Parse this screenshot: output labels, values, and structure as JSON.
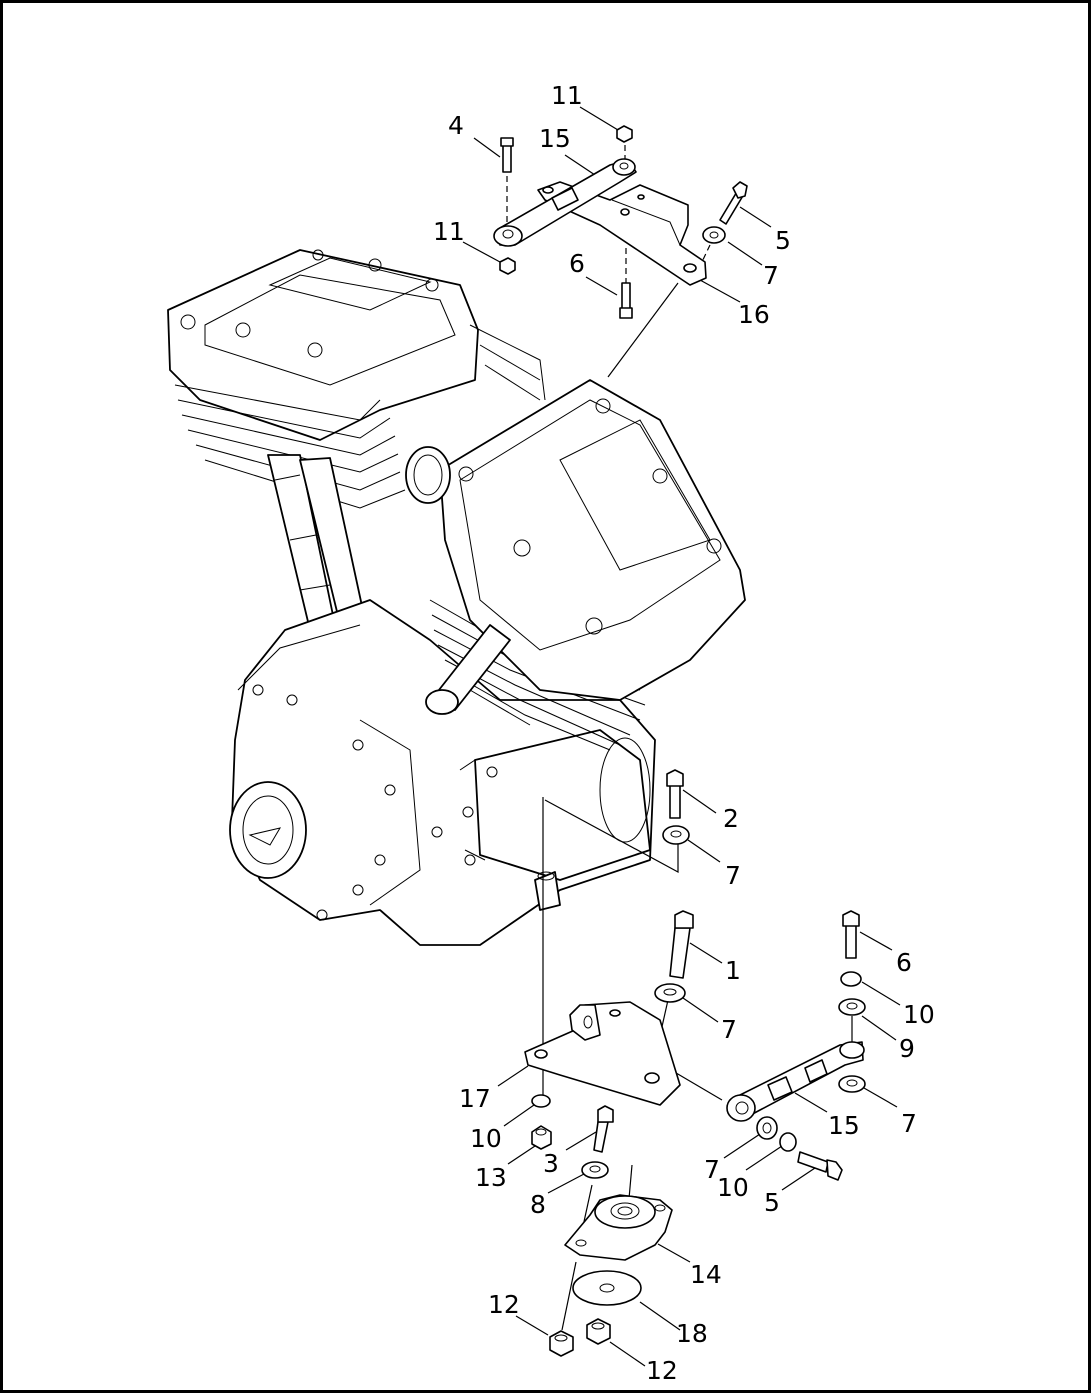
{
  "callouts": [
    {
      "id": "c11a",
      "text": "11"
    },
    {
      "id": "c4",
      "text": "4"
    },
    {
      "id": "c15a",
      "text": "15"
    },
    {
      "id": "c11b",
      "text": "11"
    },
    {
      "id": "c6a",
      "text": "6"
    },
    {
      "id": "c5a",
      "text": "5"
    },
    {
      "id": "c7a",
      "text": "7"
    },
    {
      "id": "c16",
      "text": "16"
    },
    {
      "id": "c2",
      "text": "2"
    },
    {
      "id": "c7b",
      "text": "7"
    },
    {
      "id": "c1",
      "text": "1"
    },
    {
      "id": "c7c",
      "text": "7"
    },
    {
      "id": "c6b",
      "text": "6"
    },
    {
      "id": "c10a",
      "text": "10"
    },
    {
      "id": "c9",
      "text": "9"
    },
    {
      "id": "c7d",
      "text": "7"
    },
    {
      "id": "c15b",
      "text": "15"
    },
    {
      "id": "c17",
      "text": "17"
    },
    {
      "id": "c10b",
      "text": "10"
    },
    {
      "id": "c13",
      "text": "13"
    },
    {
      "id": "c3",
      "text": "3"
    },
    {
      "id": "c8",
      "text": "8"
    },
    {
      "id": "c7e",
      "text": "7"
    },
    {
      "id": "c10c",
      "text": "10"
    },
    {
      "id": "c5b",
      "text": "5"
    },
    {
      "id": "c14",
      "text": "14"
    },
    {
      "id": "c12a",
      "text": "12"
    },
    {
      "id": "c18",
      "text": "18"
    },
    {
      "id": "c12b",
      "text": "12"
    }
  ]
}
